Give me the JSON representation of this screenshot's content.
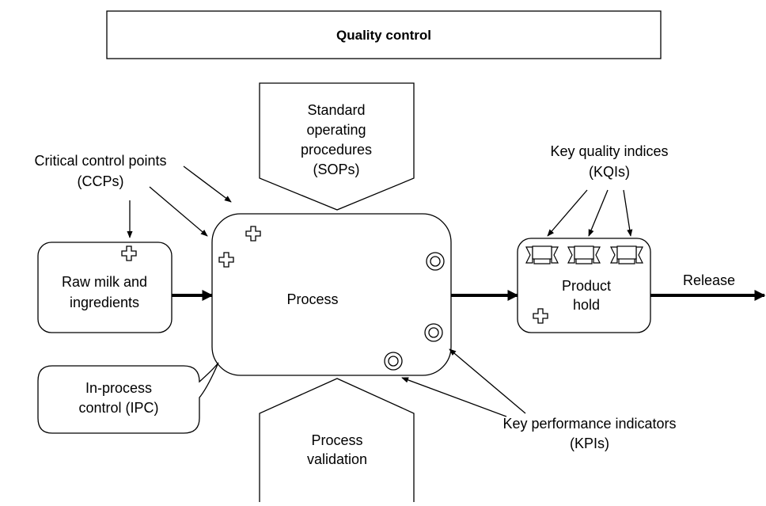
{
  "title": "Quality control",
  "standard_operating_procedures": [
    "Standard",
    "operating",
    "procedures",
    "(SOPs)"
  ],
  "critical_control_points": [
    "Critical control points",
    "(CCPs)"
  ],
  "raw_milk": [
    "Raw milk and",
    "ingredients"
  ],
  "process": "Process",
  "key_quality_indices": [
    "Key quality indices",
    "(KQIs)"
  ],
  "product_hold": [
    "Product",
    "hold"
  ],
  "release": "Release",
  "in_process_control": [
    "In-process",
    "control (IPC)"
  ],
  "process_validation": [
    "Process",
    "validation"
  ],
  "key_performance_indicators": [
    "Key performance indicators",
    "(KPIs)"
  ]
}
